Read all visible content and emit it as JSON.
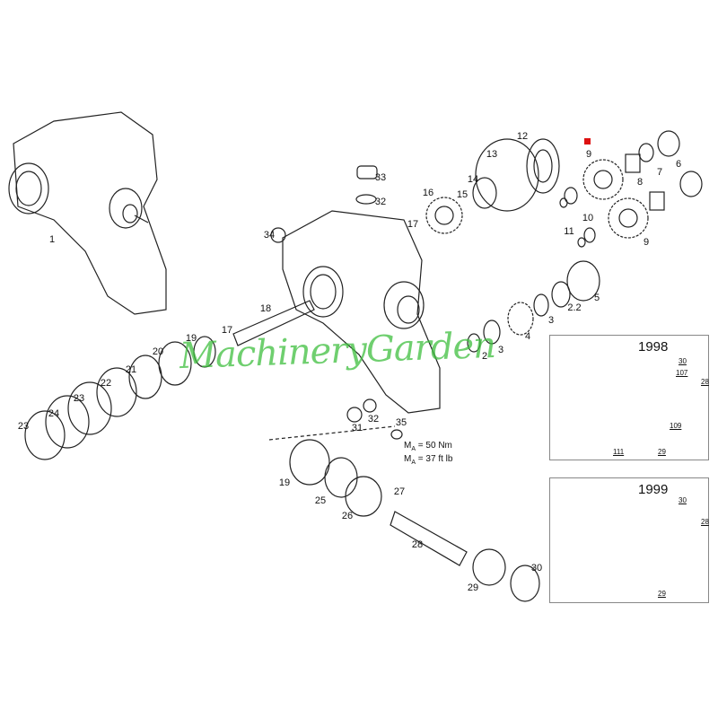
{
  "title": "Gearbox exploded parts diagram",
  "watermark": "MachineryGarden",
  "part_labels": {
    "p1": "1",
    "p33": "33",
    "p32a": "32",
    "p34": "34",
    "p17a": "17",
    "p16": "16",
    "p15": "15",
    "p14": "14",
    "p13": "13",
    "p12": "12",
    "p9a": "9",
    "p8": "8",
    "p7": "7",
    "p6": "6",
    "p10": "10",
    "p11": "11",
    "p9b": "9",
    "p5": "5",
    "p22b": "2.2",
    "p3a": "3",
    "p4": "4",
    "p3b": "3",
    "p2": "2",
    "p18": "18",
    "p17b": "17",
    "p19a": "19",
    "p20": "20",
    "p21": "21",
    "p22": "22",
    "p23a": "23",
    "p24": "24",
    "p23b": "23",
    "p31": "31",
    "p32b": "32",
    "p35": "35",
    "p19b": "19",
    "p25": "25",
    "p26": "26",
    "p27": "27",
    "p28": "28",
    "p29": "29",
    "p30": "30"
  },
  "torque": {
    "sym": "M",
    "sub": "A",
    "line1": " = 50 Nm",
    "line2": " = 37 ft lb"
  },
  "inset_1998": {
    "year": "1998",
    "labels": {
      "a": "30",
      "b": "107",
      "c": "28",
      "d": "109",
      "e": "111",
      "f": "29"
    }
  },
  "inset_1999": {
    "year": "1999",
    "labels": {
      "a": "30",
      "b": "28",
      "c": "29"
    }
  },
  "colors": {
    "line": "#222222",
    "marker": "#dd1111",
    "watermark": "#3fbf3f"
  }
}
